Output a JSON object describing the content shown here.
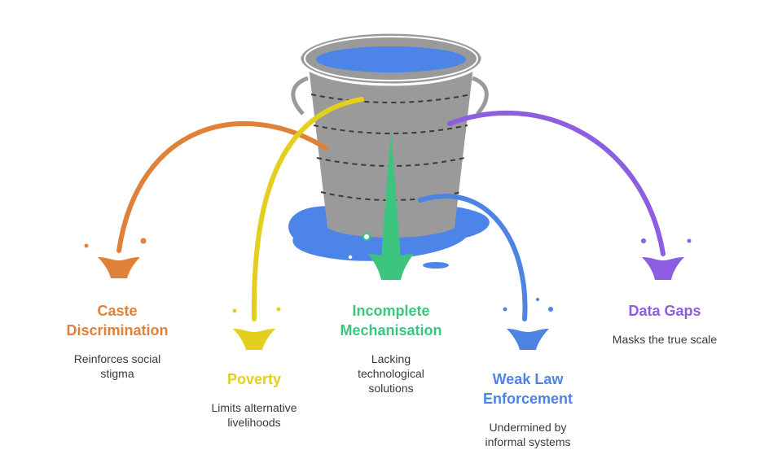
{
  "colors": {
    "caste": "#e0813a",
    "poverty": "#e3cf1d",
    "mechanisation": "#3cc57f",
    "law": "#4d84e3",
    "data": "#8d5fe0",
    "bucket": "#9a9a9a",
    "water": "#4c84e8"
  },
  "items": [
    {
      "key": "caste",
      "title_lines": [
        "Caste",
        "Discrimination"
      ],
      "desc_lines": [
        "Reinforces social",
        "stigma"
      ]
    },
    {
      "key": "poverty",
      "title_lines": [
        "Poverty"
      ],
      "desc_lines": [
        "Limits alternative",
        "livelihoods"
      ]
    },
    {
      "key": "mechanisation",
      "title_lines": [
        "Incomplete",
        "Mechanisation"
      ],
      "desc_lines": [
        "Lacking",
        "technological",
        "solutions"
      ]
    },
    {
      "key": "law",
      "title_lines": [
        "Weak Law",
        "Enforcement"
      ],
      "desc_lines": [
        "Undermined by",
        "informal systems"
      ]
    },
    {
      "key": "data",
      "title_lines": [
        "Data Gaps"
      ],
      "desc_lines": [
        "Masks the true scale"
      ]
    }
  ]
}
